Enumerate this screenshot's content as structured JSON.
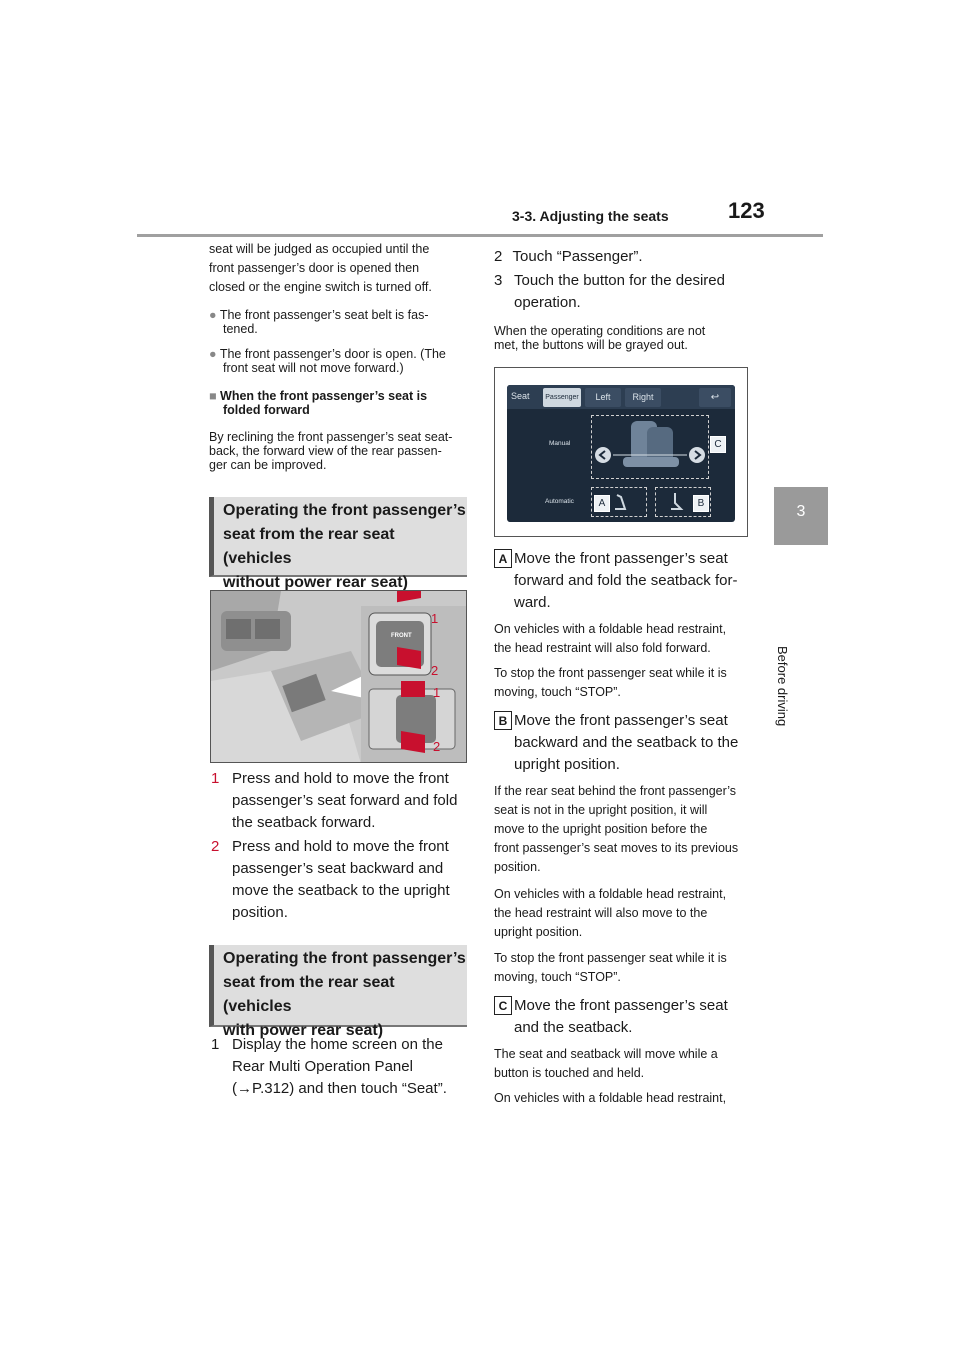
{
  "header": {
    "section": "3-3. Adjusting the seats",
    "page_number": "123"
  },
  "side_tab": {
    "number": "3",
    "label": "Before driving"
  },
  "left": {
    "intro": [
      "seat will be judged as occupied until the",
      "front passenger’s door is opened then",
      "closed or the engine switch is turned off."
    ],
    "bullet1": [
      "The front passenger’s seat belt is fas-",
      "tened."
    ],
    "bullet2": [
      "The front passenger’s door is open. (The",
      "front seat will not move forward.)"
    ],
    "subheading": [
      "When the front passenger’s seat is",
      "folded forward"
    ],
    "para": [
      "By reclining the front passenger’s seat seat-",
      "back, the forward view of the rear passen-",
      "ger can be improved."
    ],
    "section1": [
      "Operating the front passenger’s",
      "seat from the rear seat (vehicles",
      "without power rear seat)"
    ],
    "figure1": {
      "button_label": "FRONT",
      "callout_1": "1",
      "callout_2": "2"
    },
    "step1_num": "1",
    "step1": [
      "Press and hold to move the front",
      "passenger’s seat forward and fold",
      "the seatback forward."
    ],
    "step2_num": "2",
    "step2": [
      "Press and hold to move the front",
      "passenger’s seat backward and",
      "move the seatback to the upright",
      "position."
    ],
    "section2": [
      "Operating the front passenger’s",
      "seat from the rear seat (vehicles",
      "with power rear seat)"
    ],
    "step3_num": "1",
    "step3": [
      "Display the home screen on the",
      "Rear Multi Operation Panel",
      "(→P.312) and then touch “Seat”."
    ]
  },
  "right": {
    "step2_num": "2",
    "step2": "Touch “Passenger”.",
    "step3_num": "3",
    "step3": [
      "Touch the button for the desired",
      "operation."
    ],
    "note": [
      "When the operating conditions are not",
      "met, the buttons will be grayed out."
    ],
    "screen": {
      "tabs": [
        "Seat",
        "Passenger",
        "Left",
        "Right"
      ],
      "back": "↩",
      "manual": "Manual",
      "automatic": "Automatic",
      "labels": [
        "A",
        "B",
        "C"
      ]
    },
    "a_badge": "A",
    "a_title": [
      "Move the front passenger’s seat",
      "forward and fold the seatback for-",
      "ward."
    ],
    "a_note1": [
      "On vehicles with a foldable head restraint,",
      "the head restraint will also fold forward."
    ],
    "a_note2": [
      "To stop the front passenger seat while it is",
      "moving, touch “STOP”."
    ],
    "b_badge": "B",
    "b_title": [
      "Move the front passenger’s seat",
      "backward and the seatback to the",
      "upright position."
    ],
    "b_note1": [
      "If the rear seat behind the front passenger’s",
      "seat is not in the upright position, it will",
      "move to the upright position before the",
      "front passenger’s seat moves to its previous",
      "position."
    ],
    "b_note2": [
      "On vehicles with a foldable head restraint,",
      "the head restraint will also move to the",
      "upright position."
    ],
    "b_note3": [
      "To stop the front passenger seat while it is",
      "moving, touch “STOP”."
    ],
    "c_badge": "C",
    "c_title": [
      "Move the front passenger’s seat",
      "and the seatback."
    ],
    "c_note1": [
      "The seat and seatback will move while a",
      "button is touched and held."
    ],
    "c_note2": [
      "On vehicles with a foldable head restraint,"
    ]
  },
  "colors": {
    "accent_red": "#c8102e",
    "section_bg": "#dedede",
    "tab_gray": "#9a9a9a"
  }
}
